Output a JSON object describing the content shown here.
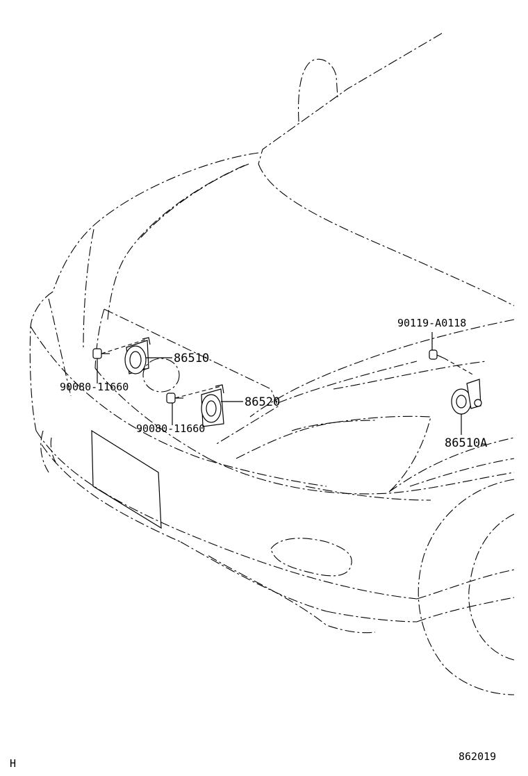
{
  "diagram": {
    "labels": {
      "horn_high": "86510",
      "horn_low": "86520",
      "horn_rh": "86510A",
      "bolt_left": "90080-11660",
      "bolt_center": "90080-11660",
      "bolt_right": "90119-A0118",
      "figure_number": "862019",
      "corner_mark": "H"
    }
  }
}
